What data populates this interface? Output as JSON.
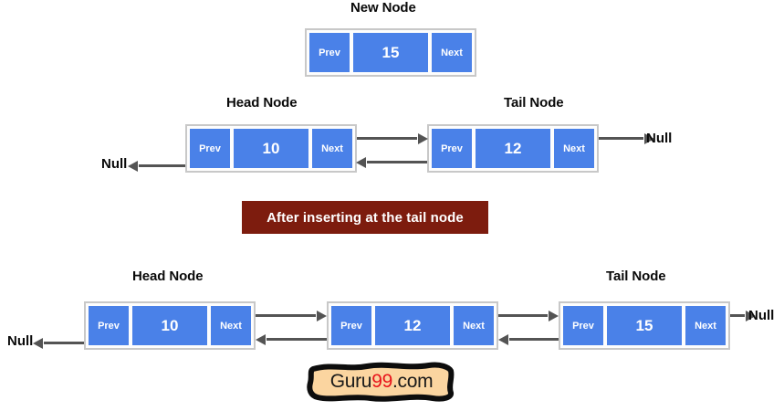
{
  "diagram": {
    "title_banner": "After inserting at the tail node",
    "banner_color": "#7d1c0e",
    "node_fill_color": "#4a81e8",
    "node_border_color": "#c8c8c8",
    "arrow_color": "#545454",
    "null_label": "Null",
    "pointer_prev_label": "Prev",
    "pointer_next_label": "Next"
  },
  "sections": {
    "new_node": {
      "label": "New Node",
      "node": {
        "prev": "Prev",
        "value": "15",
        "next": "Next"
      }
    },
    "before": {
      "head_label": "Head Node",
      "tail_label": "Tail Node",
      "nodes": [
        {
          "prev": "Prev",
          "value": "10",
          "next": "Next"
        },
        {
          "prev": "Prev",
          "value": "12",
          "next": "Next"
        }
      ],
      "left_null": "Null",
      "right_null": "Null"
    },
    "after": {
      "head_label": "Head Node",
      "tail_label": "Tail Node",
      "nodes": [
        {
          "prev": "Prev",
          "value": "10",
          "next": "Next"
        },
        {
          "prev": "Prev",
          "value": "12",
          "next": "Next"
        },
        {
          "prev": "Prev",
          "value": "15",
          "next": "Next"
        }
      ],
      "left_null": "Null",
      "right_null": "Null"
    }
  },
  "logo": {
    "part1": "Guru",
    "part2": "99",
    "part3": ".com",
    "accent_color": "#e8131a",
    "background_color": "#fbd5a0"
  }
}
